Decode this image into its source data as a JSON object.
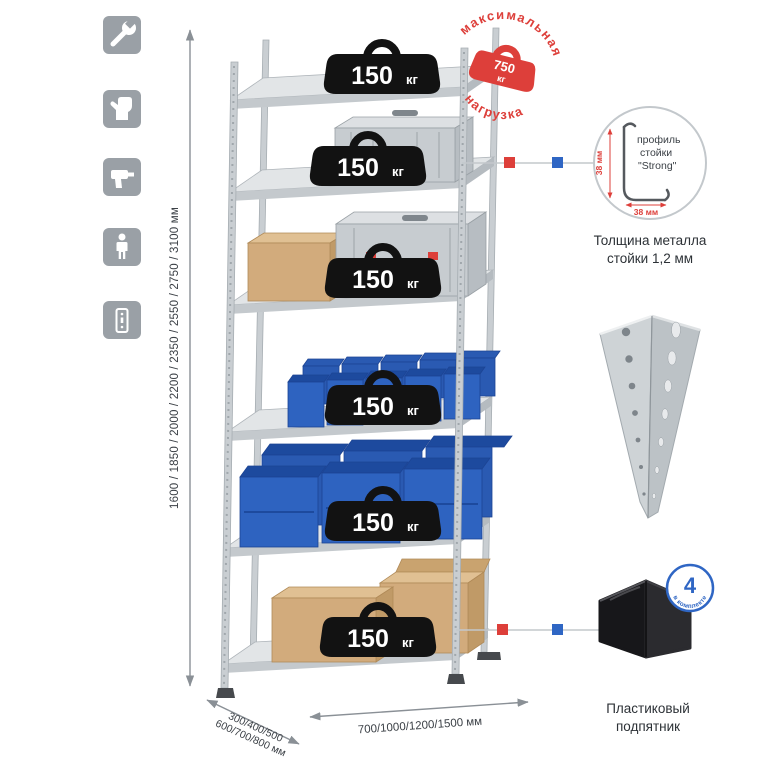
{
  "colors": {
    "accent_red": "#dd3f3a",
    "accent_blue": "#2f66c4",
    "badge_black": "#121212",
    "icon_gray": "#9aa0a6"
  },
  "left_icons": [
    {
      "name": "wrench-icon"
    },
    {
      "name": "gloves-icon"
    },
    {
      "name": "drill-icon"
    },
    {
      "name": "person-icon"
    },
    {
      "name": "rack-post-icon"
    }
  ],
  "stamp": {
    "line1": "максимальная",
    "line2": "нагрузка",
    "value": "750",
    "unit": "кг"
  },
  "badges": [
    {
      "value": "150",
      "unit": "кг"
    },
    {
      "value": "150",
      "unit": "кг"
    },
    {
      "value": "150",
      "unit": "кг"
    },
    {
      "value": "150",
      "unit": "кг"
    },
    {
      "value": "150",
      "unit": "кг"
    },
    {
      "value": "150",
      "unit": "кг"
    }
  ],
  "dims": {
    "height": "1600 / 1850 / 2000 / 2200 / 2350 / 2550 / 2750 / 3100 мм",
    "depth_line1": "300/400/500",
    "depth_line2": "600/700/800 мм",
    "width": "700/1000/1200/1500 мм"
  },
  "profile": {
    "label1": "профиль",
    "label2": "стойки",
    "label3": "\"Strong\"",
    "dim_v": "38 мм",
    "dim_h": "38 мм",
    "caption1": "Толщина металла",
    "caption2": "стойки 1,2 мм"
  },
  "foot": {
    "number": "4",
    "badge_text": "в комплекте",
    "caption1": "Пластиковый",
    "caption2": "подпятник"
  }
}
